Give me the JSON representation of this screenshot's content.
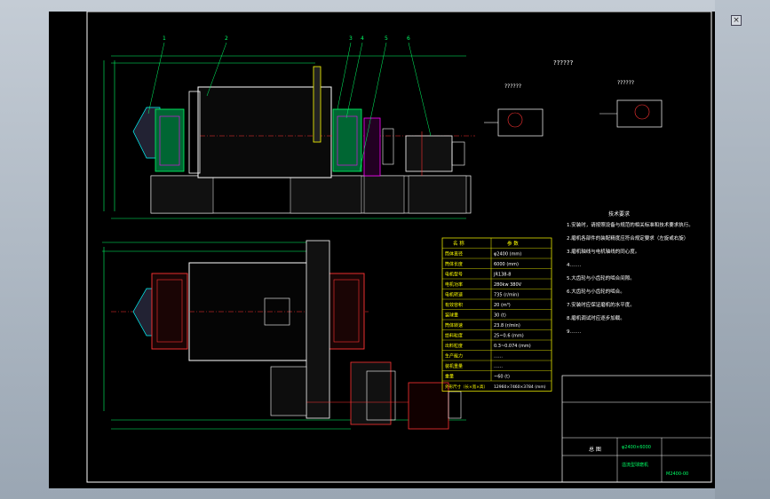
{
  "window": {
    "close_glyph": "×"
  },
  "drawing": {
    "view_title": "??????",
    "detail_left": "??????",
    "detail_right": "??????",
    "callouts": [
      "1",
      "2",
      "3",
      "4",
      "5",
      "6"
    ],
    "tech_title": "技术要求",
    "tech_lines": [
      "1.安装时，请按照设备与规范的相关标准和技术要求执行。",
      "2.磨机各部件的装配精度应符合规定要求（左旋或右旋）",
      "3.磨机轴线与电机轴线的同心度。",
      "4.……",
      "5.大齿轮与小齿轮的啮合间隙。",
      "6.大齿轮与小齿轮的啮合。",
      "7.安装时应保证磨机的水平度。",
      "8.磨机调试时应逐步加载。",
      "9.……"
    ],
    "spec_table": {
      "headers": [
        "名  称",
        "参  数"
      ],
      "rows": [
        [
          "筒体直径",
          "φ2400 (mm)"
        ],
        [
          "筒体长度",
          "6000 (mm)"
        ],
        [
          "电机型号",
          "JR138-8"
        ],
        [
          "电机功率",
          "280kw 380V"
        ],
        [
          "电机转速",
          "735 (r/min)"
        ],
        [
          "有效容积",
          "20 (m³)"
        ],
        [
          "装球量",
          "30 (t)"
        ],
        [
          "筒体转速",
          "23.8 (r/min)"
        ],
        [
          "给料粒度",
          "25~0.6 (mm)"
        ],
        [
          "出料粒度",
          "0.3~0.074 (mm)"
        ],
        [
          "生产能力",
          "……"
        ],
        [
          "装机重量",
          "……"
        ],
        [
          "重量",
          "~60 (t)"
        ]
      ],
      "footer_label": "外形尺寸（长×宽×高）",
      "footer_value": "12960×7460×3784 (mm)"
    },
    "title_block": {
      "title": "总  图",
      "model": "φ2400×6000",
      "subtitle": "溢流型球磨机",
      "drawing_no": "M2400-00"
    },
    "colors": {
      "paper": "#000000",
      "line": "#ffffff",
      "dim": "#00ff66",
      "part": "#ff3333",
      "accent": "#ffff00",
      "magenta": "#ff00ff",
      "cyan": "#00ffff"
    }
  }
}
